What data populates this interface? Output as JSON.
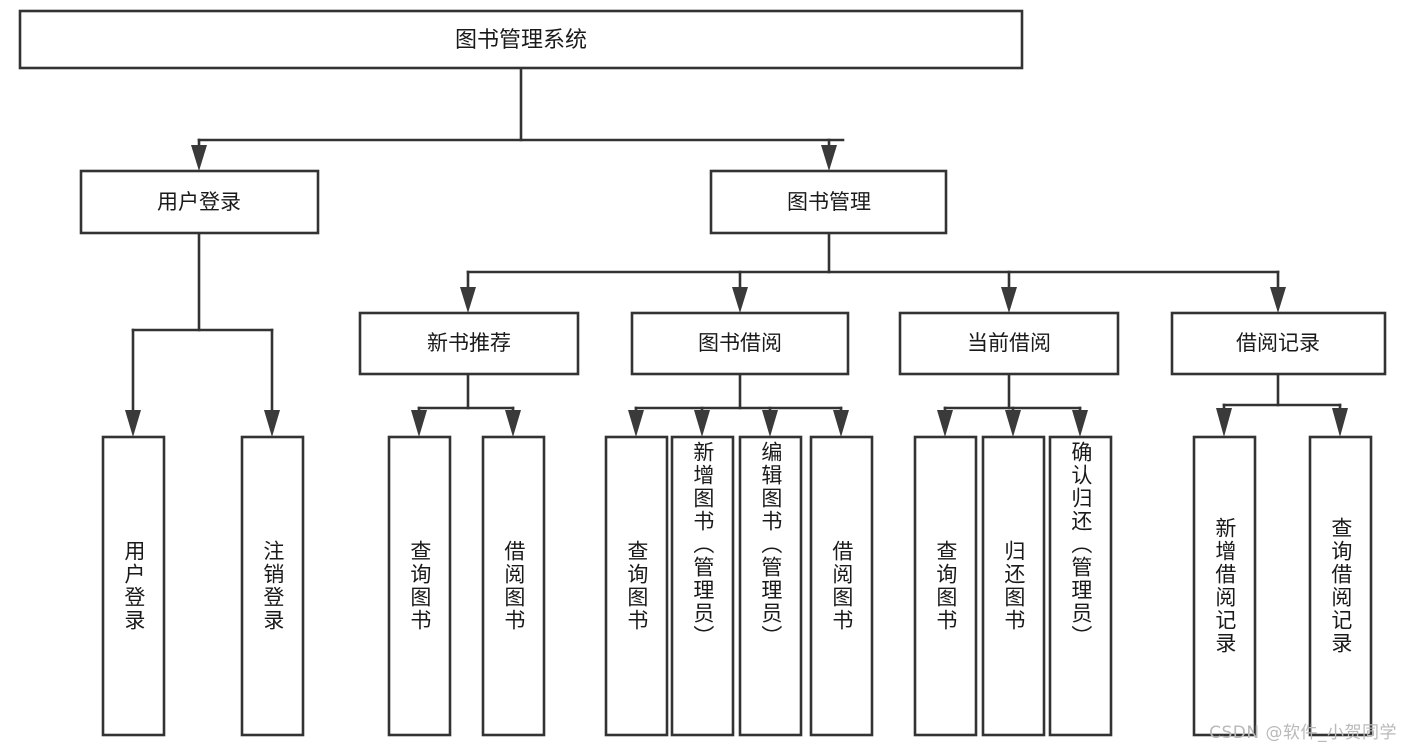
{
  "diagram": {
    "type": "tree-hierarchy",
    "title_node": "图书管理系统",
    "watermark": "CSDN @软件_小贺同学",
    "colors": {
      "background": "#ffffff",
      "box_stroke": "#333333",
      "text": "#1a1a1a",
      "arrow": "#3a3a3a",
      "watermark": "#b9b9b9"
    },
    "levels": {
      "level1": [
        {
          "id": "root",
          "label": "图书管理系统"
        }
      ],
      "level2": [
        {
          "id": "user-login",
          "label": "用户登录"
        },
        {
          "id": "book-manage",
          "label": "图书管理"
        }
      ],
      "level3": [
        {
          "id": "new-book-rec",
          "label": "新书推荐"
        },
        {
          "id": "book-borrow",
          "label": "图书借阅"
        },
        {
          "id": "current-borrow",
          "label": "当前借阅"
        },
        {
          "id": "borrow-record",
          "label": "借阅记录"
        }
      ],
      "level4": [
        {
          "id": "leaf-user-login",
          "label": "用户登录",
          "parent": "user-login"
        },
        {
          "id": "leaf-logout",
          "label": "注销登录",
          "parent": "user-login"
        },
        {
          "id": "leaf-query-book-1",
          "label": "查询图书",
          "parent": "new-book-rec"
        },
        {
          "id": "leaf-borrow-book-1",
          "label": "借阅图书",
          "parent": "new-book-rec"
        },
        {
          "id": "leaf-query-book-2",
          "label": "查询图书",
          "parent": "book-borrow"
        },
        {
          "id": "leaf-add-book",
          "label": "新增图书（管理员）",
          "parent": "book-borrow"
        },
        {
          "id": "leaf-edit-book",
          "label": "编辑图书（管理员）",
          "parent": "book-borrow"
        },
        {
          "id": "leaf-borrow-book-2",
          "label": "借阅图书",
          "parent": "book-borrow"
        },
        {
          "id": "leaf-query-book-3",
          "label": "查询图书",
          "parent": "current-borrow"
        },
        {
          "id": "leaf-return-book",
          "label": "归还图书",
          "parent": "current-borrow"
        },
        {
          "id": "leaf-confirm-return",
          "label": "确认归还（管理员）",
          "parent": "current-borrow"
        },
        {
          "id": "leaf-add-record",
          "label": "新增借阅记录",
          "parent": "borrow-record"
        },
        {
          "id": "leaf-query-record",
          "label": "查询借阅记录",
          "parent": "borrow-record"
        }
      ]
    }
  }
}
